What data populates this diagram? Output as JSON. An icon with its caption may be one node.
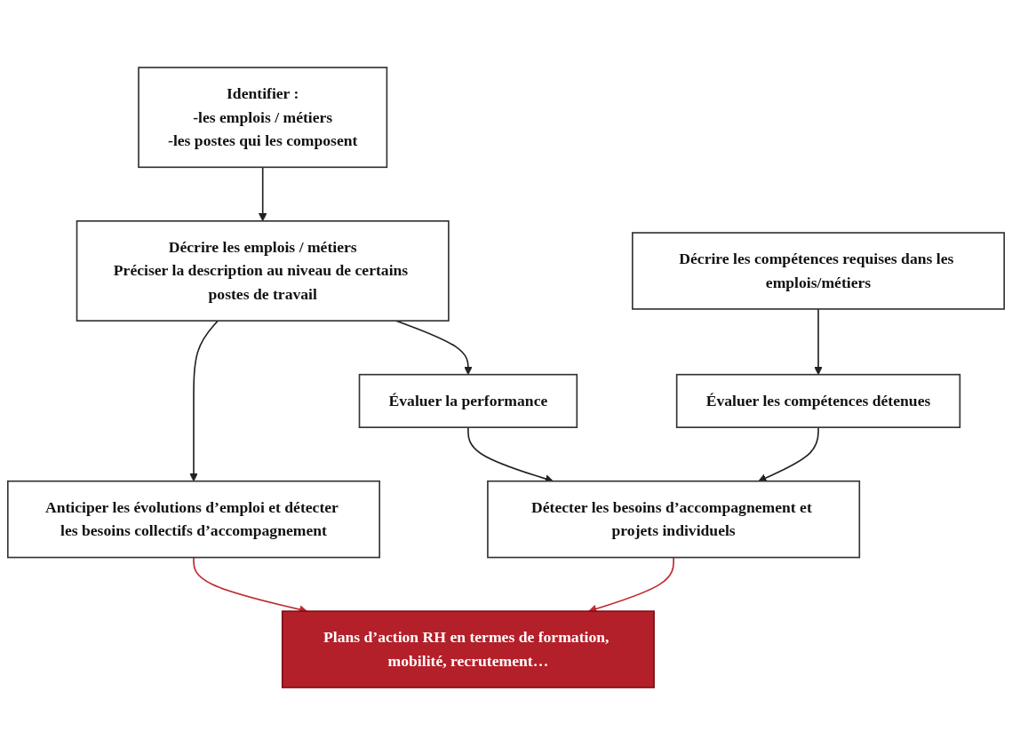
{
  "diagram": {
    "nodes": [
      {
        "text": [
          "Identifier :",
          "-les emplois / métiers",
          "-les postes qui les composent"
        ]
      },
      {
        "text": [
          "Décrire les emplois / métiers",
          "Préciser la description au niveau de certains postes de travail"
        ]
      },
      {
        "text": [
          "Décrire les compétences requises dans les emplois/métiers"
        ]
      },
      {
        "text": [
          "Évaluer la performance"
        ]
      },
      {
        "text": [
          "Évaluer les compétences détenues"
        ]
      },
      {
        "text": [
          "Anticiper les évolutions d’emploi et détecter les besoins collectifs d’accompagnement"
        ]
      },
      {
        "text": [
          "Détecter les besoins d’accompagnement et projets individuels"
        ]
      },
      {
        "text": [
          "Plans d’action RH en termes de formation, mobilité, recrutement…"
        ]
      }
    ],
    "edges": [
      {
        "from": 0,
        "to": 1,
        "arrow": "to"
      },
      {
        "from": 1,
        "to": 3,
        "arrow": "to"
      },
      {
        "from": 1,
        "to": 5,
        "arrow": "to"
      },
      {
        "from": 2,
        "to": 4,
        "arrow": "to"
      },
      {
        "from": 3,
        "to": 6,
        "arrow": "to"
      },
      {
        "from": 4,
        "to": 6,
        "arrow": "to"
      },
      {
        "from": 5,
        "to": 7,
        "arrow": "to",
        "color": "#c0282f"
      },
      {
        "from": 6,
        "to": 7,
        "arrow": "to",
        "color": "#c0282f"
      }
    ]
  }
}
